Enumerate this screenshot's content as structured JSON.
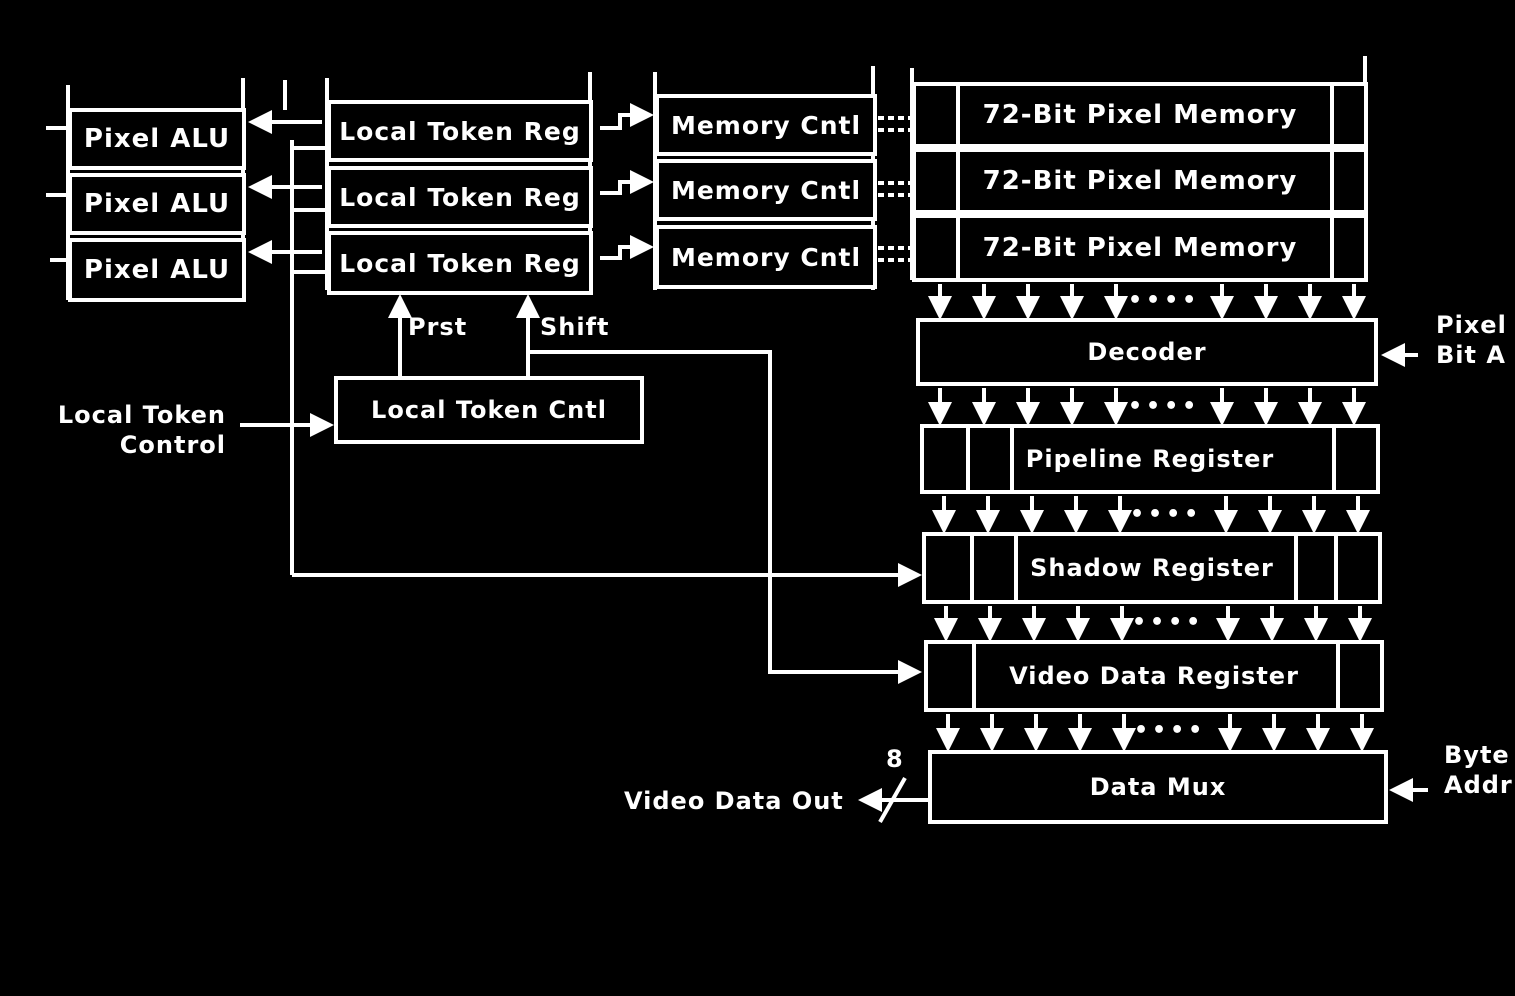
{
  "pixel_alu_label": "Pixel ALU",
  "local_token_reg_label": "Local Token Reg",
  "memory_cntl_label": "Memory Cntl",
  "pixel_memory_label": "72-Bit Pixel Memory",
  "decoder_label": "Decoder",
  "pipeline_register_label": "Pipeline Register",
  "shadow_register_label": "Shadow Register",
  "video_data_register_label": "Video Data Register",
  "data_mux_label": "Data Mux",
  "local_token_cntl_label": "Local Token Cntl",
  "local_token_control_label": [
    "Local Token",
    "Control"
  ],
  "prst_label": "Prst",
  "shift_label": "Shift",
  "pixel_bit_addr_label": [
    "Pixel",
    "Bit A"
  ],
  "byte_addr_label": [
    "Byte",
    "Addr"
  ],
  "video_data_out_label": "Video Data Out",
  "bus_width_label": "8",
  "ellipsis": "••••",
  "colors": {
    "background": "#000000",
    "foreground": "#ffffff"
  }
}
